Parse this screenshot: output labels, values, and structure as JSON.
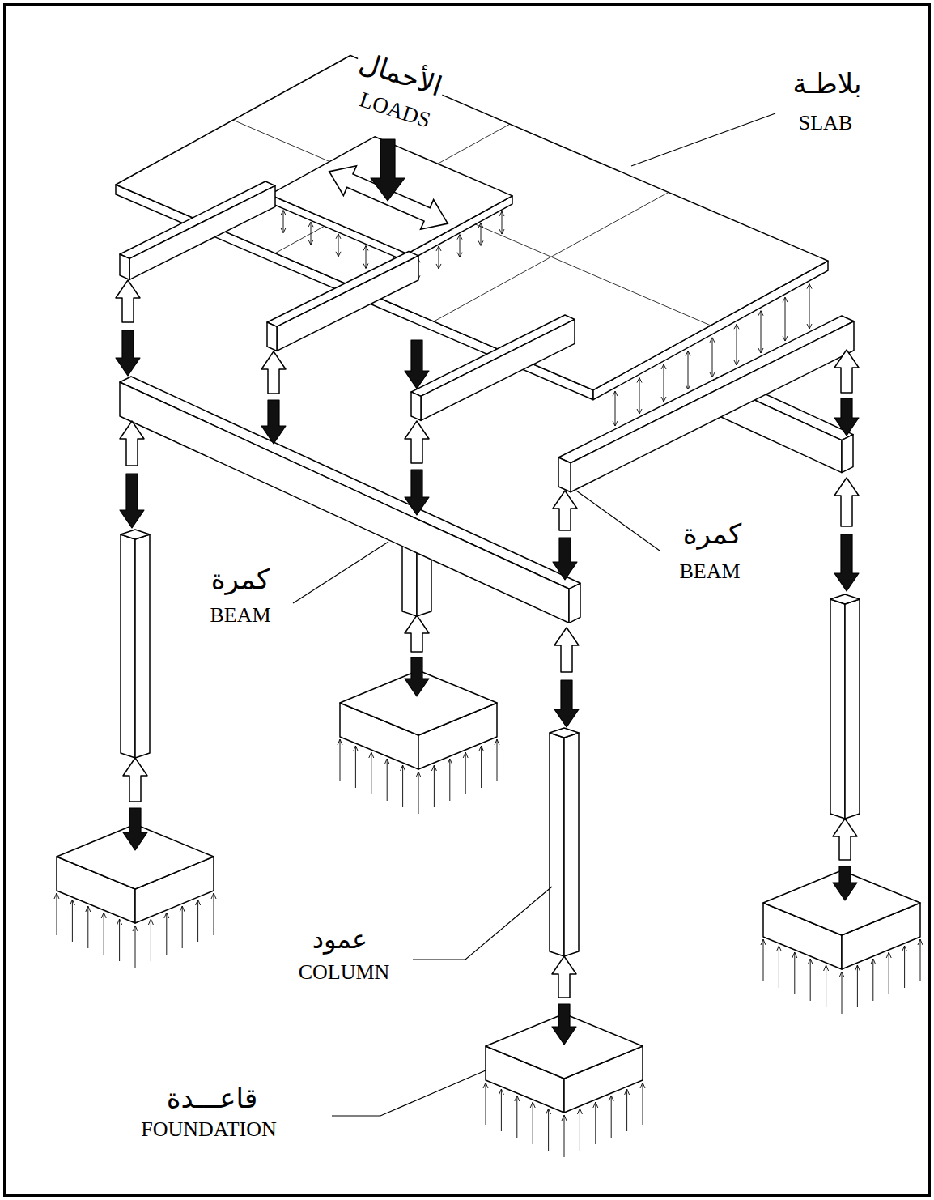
{
  "diagram": {
    "labels": [
      "الأحمال",
      "LOADS",
      "بلاطـة",
      "SLAB",
      "كمرة",
      "BEAM",
      "كمرة",
      "BEAM",
      "عمود",
      "COLUMN",
      "قاعـــدة",
      "FOUNDATION"
    ]
  }
}
